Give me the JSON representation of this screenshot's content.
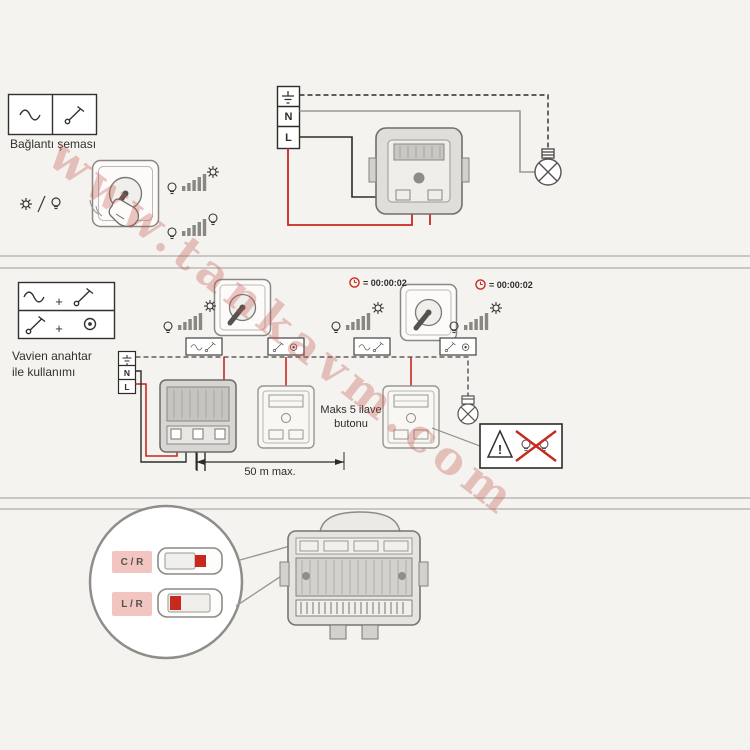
{
  "watermark": "www.tankavm.com",
  "colors": {
    "accent_red": "#c8281e",
    "pink": "#f2c5c1",
    "line_dark": "#2e2c29",
    "line_gray": "#9a9894"
  },
  "icons": {
    "earth": "earth-symbol",
    "clock": "timer-clock",
    "sun": "bright-sun",
    "bulb": "lamp-bulb",
    "warning": "warning-triangle"
  },
  "connection_section": {
    "title": "Bağlantı şeması",
    "terminal": {
      "n": "N",
      "l": "L"
    }
  },
  "vavien_section": {
    "title_line1": "Vavien anahtar",
    "title_line2": "ile kullanımı",
    "plus": "+",
    "timer1": "= 00:00:02",
    "timer2": "= 00:00:02",
    "terminal": {
      "n": "N",
      "l": "L"
    },
    "max_buttons_line1": "Maks 5 ilave",
    "max_buttons_line2": "butonu",
    "distance": "50 m max.",
    "warning_mark": "!"
  },
  "detail_section": {
    "jumper_top_label": "C / R",
    "jumper_bottom_label": "L / R"
  }
}
